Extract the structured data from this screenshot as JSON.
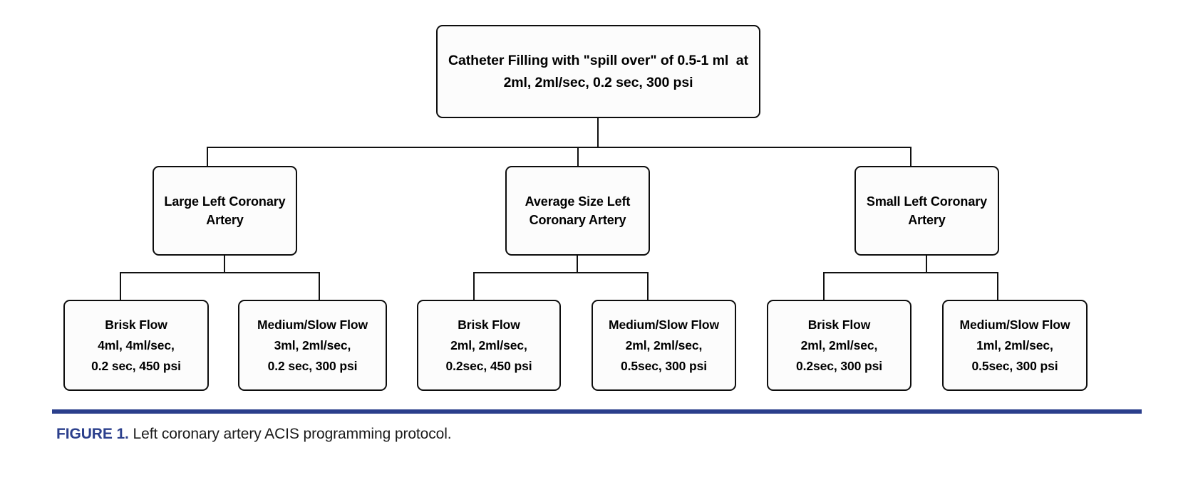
{
  "figure": {
    "rule_color": "#2b3f8c",
    "label": "FIGURE 1.",
    "caption": " Left coronary artery ACIS programming protocol."
  },
  "chart_data": {
    "type": "diagram",
    "title": "Left coronary artery ACIS programming protocol",
    "orientation": "top-down tree",
    "levels": 3
  },
  "flowchart": {
    "root": {
      "line1": "Catheter Filling with \"spill over\" of 0.5-1 ml  at",
      "line2": "2ml, 2ml/sec, 0.2 sec, 300 psi"
    },
    "branches": [
      {
        "line1": "Large Left Coronary",
        "line2": "Artery",
        "children": [
          {
            "line1": "Brisk Flow",
            "line2": "4ml, 4ml/sec,",
            "line3": "0.2 sec, 450 psi"
          },
          {
            "line1": "Medium/Slow Flow",
            "line2": "3ml, 2ml/sec,",
            "line3": "0.2 sec, 300 psi"
          }
        ]
      },
      {
        "line1": "Average Size Left",
        "line2": "Coronary Artery",
        "children": [
          {
            "line1": "Brisk Flow",
            "line2": "2ml, 2ml/sec,",
            "line3": "0.2sec, 450 psi"
          },
          {
            "line1": "Medium/Slow Flow",
            "line2": "2ml, 2ml/sec,",
            "line3": "0.5sec, 300 psi"
          }
        ]
      },
      {
        "line1": "Small Left Coronary",
        "line2": "Artery",
        "children": [
          {
            "line1": "Brisk Flow",
            "line2": "2ml, 2ml/sec,",
            "line3": "0.2sec, 300 psi"
          },
          {
            "line1": "Medium/Slow Flow",
            "line2": "1ml, 2ml/sec,",
            "line3": "0.5sec, 300 psi"
          }
        ]
      }
    ]
  }
}
